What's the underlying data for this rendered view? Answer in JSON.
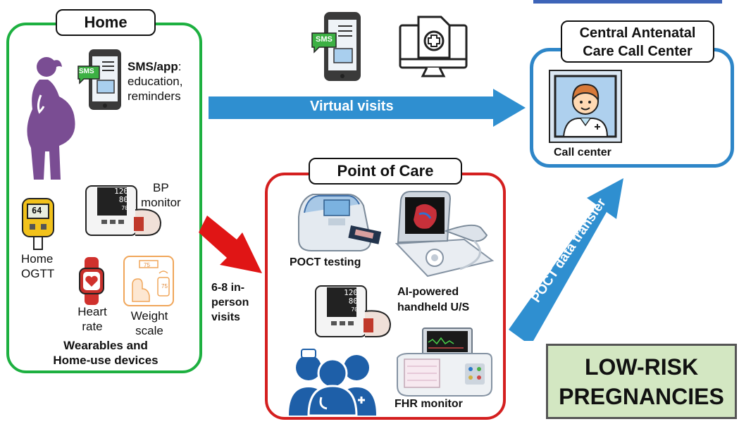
{
  "home": {
    "title": "Home",
    "sms_bold": "SMS/app",
    "sms_rest": ":",
    "sms_line2": "education,",
    "sms_line3": "reminders",
    "sms_badge": "SMS",
    "bp_line1": "BP",
    "bp_line2": "monitor",
    "bp_values": [
      "120",
      "80",
      "70"
    ],
    "ogtt_line1": "Home",
    "ogtt_line2": "OGTT",
    "ogtt_value": "64",
    "heart_line1": "Heart",
    "heart_line2": "rate",
    "weight_line1": "Weight",
    "weight_line2": "scale",
    "scale_top": "75",
    "scale_side": "75",
    "footer_line1": "Wearables and",
    "footer_line2": "Home-use devices"
  },
  "virtual": {
    "label": "Virtual visits",
    "sms_badge": "SMS"
  },
  "call_center": {
    "title_line1": "Central Antenatal",
    "title_line2": "Care Call Center",
    "caption": "Call center"
  },
  "poc": {
    "title": "Point of Care",
    "poct_label": "POCT testing",
    "ai_line1": "AI-powered",
    "ai_line2": "handheld U/S",
    "fhr_label": "FHR monitor",
    "bp_values": [
      "120",
      "80",
      "70"
    ]
  },
  "inperson": {
    "line1": "6-8 in-",
    "line2": "person",
    "line3": "visits"
  },
  "poct_transfer": {
    "label": "POCT data transfer"
  },
  "badge": {
    "line1": "LOW-RISK",
    "line2": "PREGNANCIES"
  },
  "colors": {
    "home_border": "#1db040",
    "poc_border": "#d41f1f",
    "callcenter_border": "#2e86c8",
    "arrow_blue": "#2f8fd0",
    "arrow_red": "#e01515",
    "pregnant_purple": "#7a4d93",
    "badge_bg": "#d3e7c2"
  }
}
